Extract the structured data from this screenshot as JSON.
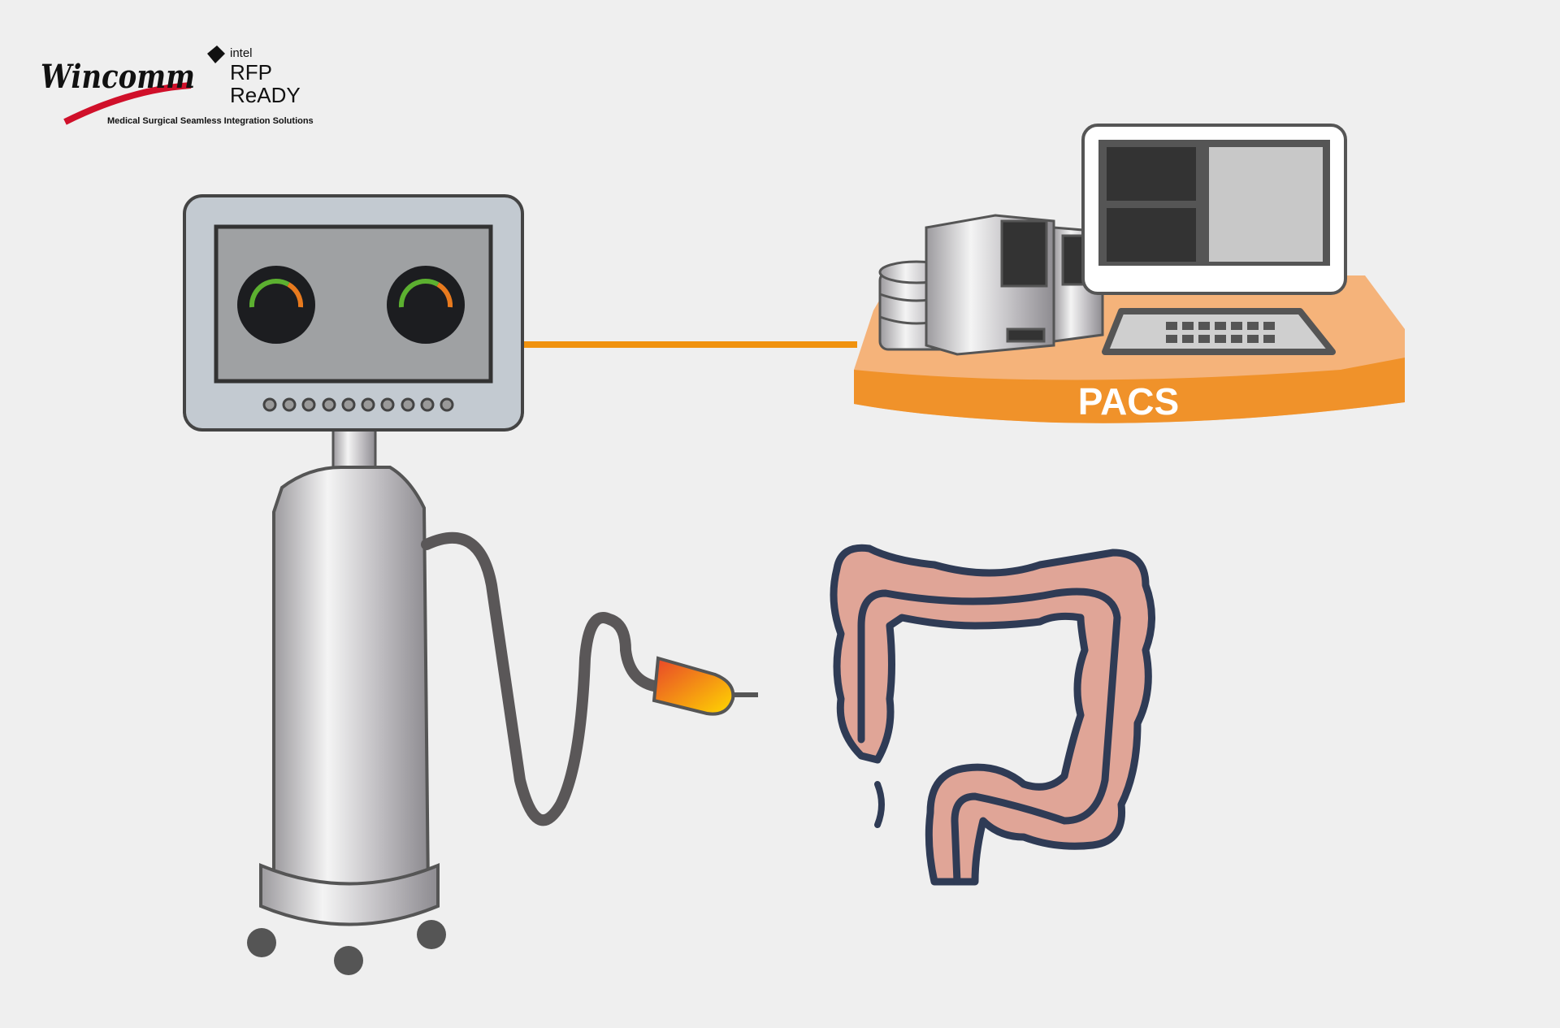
{
  "logo": {
    "brand": "Wincomm",
    "partner_small": "intel",
    "partner_line1": "RFP",
    "partner_line2": "ReADY",
    "tagline": "Medical Surgical Seamless Integration Solutions"
  },
  "pacs": {
    "label": "PACS"
  },
  "colors": {
    "orange": "#f0920f",
    "platform": "#f5b37a",
    "colon": "#e0a597",
    "outline": "#2f3b55",
    "device": "#c3cad1"
  }
}
